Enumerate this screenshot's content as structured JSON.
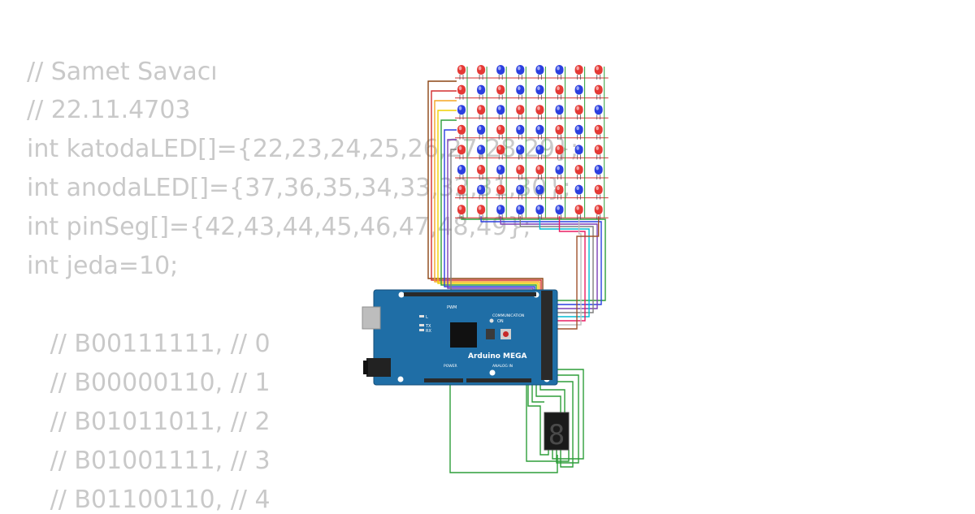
{
  "code": {
    "lines": [
      "// Samet Savacı",
      "// 22.11.4703",
      "int katodaLED[]={22,23,24,25,26,27,28,29};",
      "int anodaLED[]={37,36,35,34,33,32,31,30};",
      "int pinSeg[]={42,43,44,45,46,47,48,49};",
      "int jeda=10;",
      "",
      "   // B00111111, // 0",
      "   // B00000110, // 1",
      "   // B01011011, // 2",
      "   // B01001111, // 3",
      "   // B01100110, // 4"
    ]
  },
  "board": {
    "name": "Arduino MEGA",
    "labels": {
      "pwm": "PWM",
      "communication": "COMMUNICATION",
      "power": "POWER",
      "analog_in": "ANALOG IN",
      "led_l": "L",
      "led_tx": "TX",
      "led_rx": "RX",
      "on": "ON"
    }
  },
  "led_matrix": {
    "rows": 8,
    "cols": 8,
    "pattern": [
      [
        "R",
        "R",
        "B",
        "B",
        "B",
        "B",
        "R",
        "R"
      ],
      [
        "R",
        "B",
        "R",
        "B",
        "B",
        "R",
        "B",
        "R"
      ],
      [
        "B",
        "R",
        "B",
        "R",
        "R",
        "B",
        "R",
        "B"
      ],
      [
        "R",
        "B",
        "R",
        "B",
        "B",
        "R",
        "B",
        "R"
      ],
      [
        "R",
        "B",
        "R",
        "B",
        "B",
        "R",
        "B",
        "R"
      ],
      [
        "B",
        "R",
        "B",
        "R",
        "R",
        "B",
        "R",
        "B"
      ],
      [
        "R",
        "B",
        "R",
        "B",
        "B",
        "R",
        "B",
        "R"
      ],
      [
        "R",
        "R",
        "B",
        "B",
        "B",
        "B",
        "R",
        "R"
      ]
    ],
    "colors": {
      "R": "#e53935",
      "B": "#2b3fe0"
    }
  },
  "seven_segment": {
    "digit": "8"
  },
  "colors": {
    "code_text": "#c9c9c9",
    "board": "#1f6ea6",
    "board_dark": "#154f7a",
    "wire_red": "#d32f2f",
    "wire_green": "#2e9e3a",
    "wire_dark": "#1c7c2a"
  }
}
